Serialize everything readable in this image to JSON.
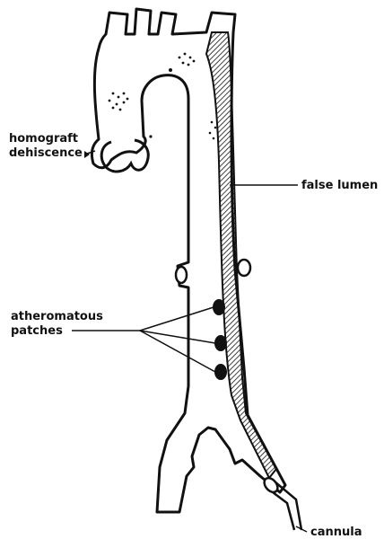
{
  "labels": {
    "homograft_line1": "homograft",
    "homograft_line2": "dehiscence",
    "false_lumen": "false lumen",
    "atheromatous_line1": "atheromatous",
    "atheromatous_line2": "patches",
    "cannula": "cannula"
  },
  "colors": {
    "ink": "#111111",
    "background": "#ffffff"
  }
}
